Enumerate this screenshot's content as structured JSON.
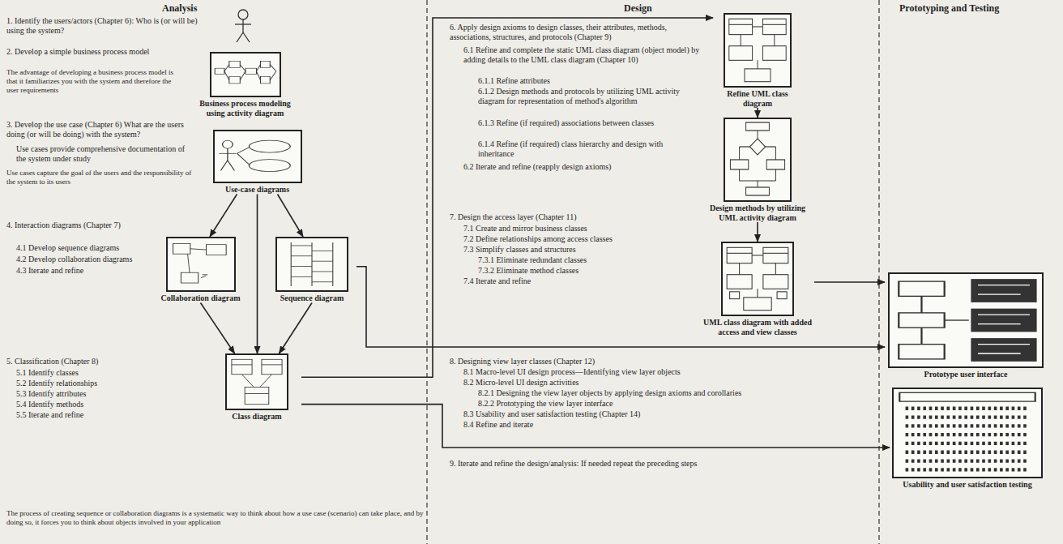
{
  "diagram": {
    "nodes": [
      {
        "text": [
          "Business process modeling using activity diagram"
        ]
      },
      {
        "text": [
          "Use-case diagrams"
        ]
      },
      {
        "text": [
          "Collaboration diagram"
        ]
      },
      {
        "text": [
          "Sequence diagram"
        ]
      },
      {
        "text": [
          "Class diagram"
        ]
      },
      {
        "text": [
          "Refine UML class diagram"
        ]
      },
      {
        "text": [
          "Design methods by utilizing UML activity diagram"
        ]
      },
      {
        "text": [
          "UML class diagram with added access and view classes"
        ]
      },
      {
        "text": [
          "Prototype user interface"
        ]
      },
      {
        "text": [
          "Usability and user satisfaction testing"
        ]
      }
    ],
    "edges": [
      {
        "from": 1,
        "to": 2,
        "arrow": "to"
      },
      {
        "from": 1,
        "to": 3,
        "arrow": "to"
      },
      {
        "from": 1,
        "to": 4,
        "arrow": "to"
      },
      {
        "from": 2,
        "to": 4,
        "arrow": "to"
      },
      {
        "from": 3,
        "to": 4,
        "arrow": "to"
      },
      {
        "from": 4,
        "to": 5,
        "arrow": "to"
      },
      {
        "from": 5,
        "to": 6,
        "arrow": "to"
      },
      {
        "from": 6,
        "to": 7,
        "arrow": "to"
      },
      {
        "from": 7,
        "to": 8,
        "arrow": "to"
      },
      {
        "from": 3,
        "to": 8,
        "arrow": "to"
      },
      {
        "from": 4,
        "to": 9,
        "arrow": "to"
      }
    ],
    "labels": [
      "Analysis",
      "Design",
      "Prototyping and Testing",
      "1. Identify the users/actors (Chapter 6): Who is (or will be) using the system?",
      "2. Develop a simple business process model",
      "The advantage of developing a business process model is that it familiarizes you with the system and therefore the user requirements",
      "3. Develop the use case (Chapter 6) What are the users doing (or will be doing) with the system?",
      "Use cases provide comprehensive documentation of the system under study",
      "Use cases capture the goal of the users and the responsibility of the system to its users",
      "4. Interaction diagrams (Chapter 7)",
      "4.1 Develop sequence diagrams",
      "4.2 Develop collaboration diagrams",
      "4.3 Iterate and refine",
      "5. Classification (Chapter 8)",
      "5.1 Identify classes",
      "5.2 Identify relationships",
      "5.3 Identify attributes",
      "5.4 Identify methods",
      "5.5 Iterate and refine",
      "The process of creating sequence or collaboration diagrams is a systematic way to think about how a use case (scenario) can take place, and by doing so, it forces you to think about objects involved in your application",
      "6. Apply design axioms to design classes, their attributes, methods, associations, structures, and protocols (Chapter 9)",
      "6.1 Refine and complete the static UML class diagram (object model) by adding details to the UML class diagram (Chapter 10)",
      "6.1.1 Refine attributes",
      "6.1.2 Design methods and protocols by utilizing UML activity diagram for representation of method's algorithm",
      "6.1.3 Refine (if required) associations between classes",
      "6.1.4 Refine (if required) class hierarchy and design with inheritance",
      "6.2 Iterate and refine (reapply design axioms)",
      "7. Design the access layer (Chapter 11)",
      "7.1 Create and mirror business classes",
      "7.2 Define relationships among access classes",
      "7.3 Simplify classes and structures",
      "7.3.1 Eliminate redundant classes",
      "7.3.2 Eliminate method classes",
      "7.4 Iterate and refine",
      "8. Designing view layer classes (Chapter 12)",
      "8.1 Macro-level UI design process—Identifying view layer objects",
      "8.2 Micro-level UI design activities",
      "8.2.1 Designing the view layer objects by applying design axioms and corollaries",
      "8.2.2 Prototyping the view layer interface",
      "8.3 Usability and user satisfaction testing (Chapter 14)",
      "8.4 Refine and iterate",
      "9. Iterate and refine the design/analysis: If needed repeat the preceding steps"
    ]
  }
}
